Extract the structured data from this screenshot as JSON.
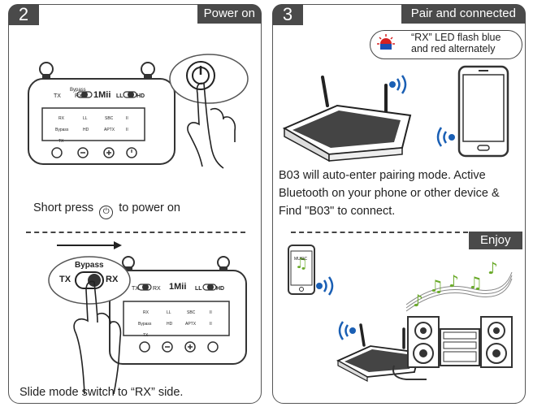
{
  "step2": {
    "number": "2",
    "header": "Power on",
    "device": {
      "switch_top": "Bypass",
      "switch_left": "TX",
      "switch_right": "RX",
      "brand": "1Mii",
      "latency": "LL",
      "hd": "HD",
      "leds": [
        "RX",
        "LL",
        "SBC",
        "II",
        "Bypass",
        "HD",
        "APTX",
        "II",
        "TX"
      ]
    },
    "power_text_before": "Short press",
    "power_text_after": "to power on",
    "slide_switch": {
      "top": "Bypass",
      "left": "TX",
      "right": "RX"
    },
    "slide_text": "Slide mode switch to “RX” side."
  },
  "step3": {
    "number": "3",
    "header": "Pair and  connected",
    "led_note_line1": "“RX” LED flash blue",
    "led_note_line2": "and red alternately",
    "pair_text": [
      "B03 will auto-enter pairing mode. Active",
      "Bluetooth on your phone or other device &",
      "Find \"B03\" to connect."
    ],
    "enjoy_label": "Enjoy",
    "phone_label": "MUSIC"
  },
  "colors": {
    "header_bg": "#4a4a4a",
    "outline": "#555555",
    "bluetooth_blue": "#1a5fb4",
    "music_green": "#6aaa2a",
    "led_red": "#d62020"
  }
}
